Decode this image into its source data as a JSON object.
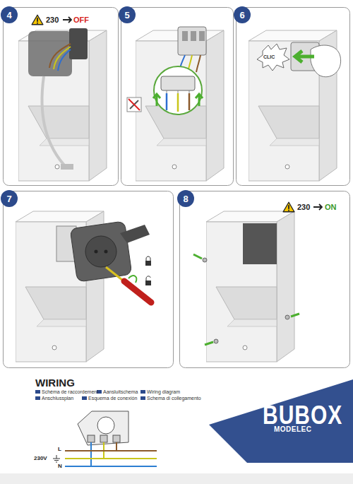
{
  "diagram": {
    "nodes": [
      {
        "text": [
          "4"
        ]
      },
      {
        "text": [
          "5"
        ]
      },
      {
        "text": [
          "6"
        ]
      },
      {
        "text": [
          "7"
        ]
      },
      {
        "text": [
          "8"
        ]
      },
      {
        "text": [
          "BUBOX",
          "MODELEC"
        ]
      }
    ],
    "labels": [
      "230",
      "OFF",
      "CLIC",
      "230",
      "ON",
      "WIRING",
      "Schéma de raccordement",
      "Aansluitschema",
      "Wiring diagram",
      "Anschlussplan",
      "Esquema de conexión",
      "Schema di collegamento",
      "230V",
      "L",
      "N"
    ]
  }
}
